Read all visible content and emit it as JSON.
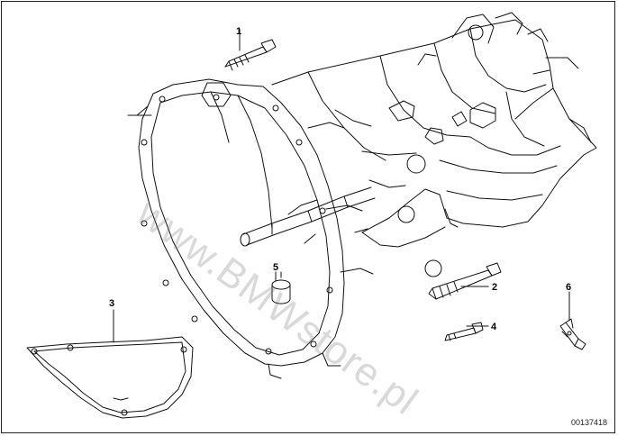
{
  "watermark": "www.BMWstore.pl",
  "diagram_id": "00137418",
  "callouts": {
    "c1": "1",
    "c2": "2",
    "c3": "3",
    "c4": "4",
    "c5": "5",
    "c6": "6"
  },
  "colors": {
    "line": "#111111",
    "watermark": "#8a8a8a",
    "border": "#222222"
  }
}
